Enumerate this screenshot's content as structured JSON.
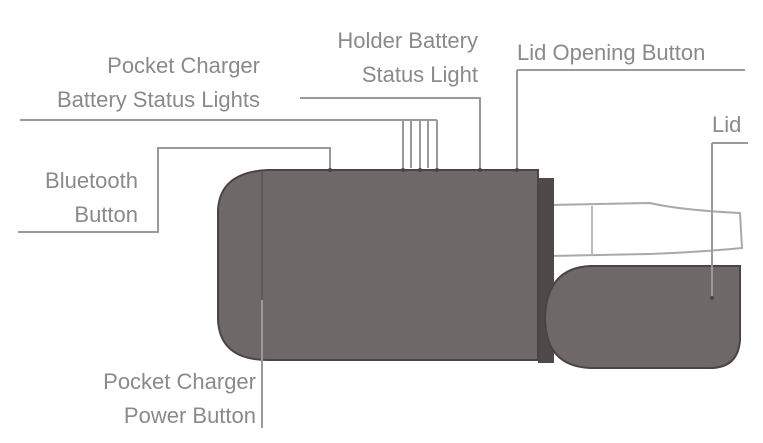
{
  "labels": {
    "pocket_charger_status": {
      "line1": "Pocket Charger",
      "line2": "Battery Status Lights"
    },
    "holder_battery_status": {
      "line1": "Holder Battery",
      "line2": "Status Light"
    },
    "lid_opening_button": {
      "line1": "Lid Opening Button"
    },
    "lid": {
      "line1": "Lid"
    },
    "bluetooth_button": {
      "line1": "Bluetooth",
      "line2": "Button"
    },
    "pocket_charger_power": {
      "line1": "Pocket Charger",
      "line2": "Power Button"
    }
  },
  "colors": {
    "body": "#6f6868",
    "body_outline": "#4a4444",
    "label_text": "#8a8a8a",
    "leader_line": "#9a9a9a",
    "stick": "#ffffff"
  }
}
